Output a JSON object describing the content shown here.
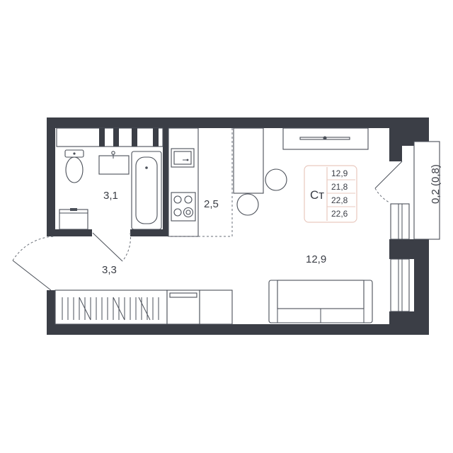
{
  "rooms": {
    "bathroom_area": "3,1",
    "hall_area": "3,3",
    "kitchen_area": "2,5",
    "living_area": "12,9",
    "balcony_area": "0,2 (0,8)"
  },
  "legend": {
    "type_label": "Ст",
    "values": [
      "12,9",
      "21,8",
      "22,8",
      "22,6"
    ],
    "accent_color": "#e9c9bf"
  },
  "colors": {
    "wall": "#3b3e46",
    "line": "#4a4f58",
    "background": "#ffffff"
  }
}
